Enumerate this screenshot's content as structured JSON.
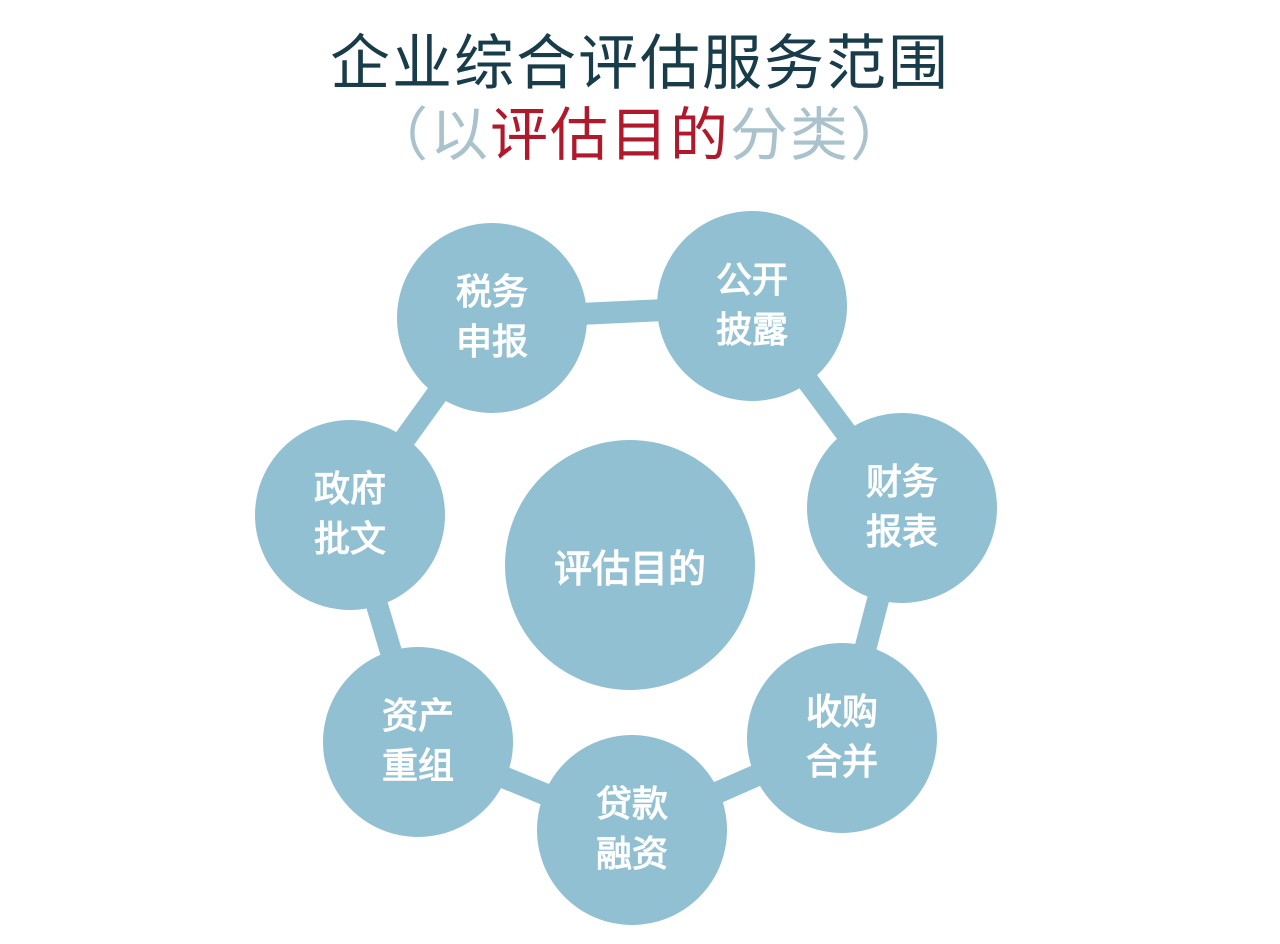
{
  "title": "企业综合评估服务范围",
  "subtitle": {
    "open": "（以",
    "highlight": "评估目的",
    "rest": "分类）"
  },
  "center": {
    "label": "评估目的"
  },
  "nodes": [
    {
      "line1": "税务",
      "line2": "申报"
    },
    {
      "line1": "公开",
      "line2": "披露"
    },
    {
      "line1": "财务",
      "line2": "报表"
    },
    {
      "line1": "收购",
      "line2": "合并"
    },
    {
      "line1": "贷款",
      "line2": "融资"
    },
    {
      "line1": "资产",
      "line2": "重组"
    },
    {
      "line1": "政府",
      "line2": "批文"
    }
  ],
  "colors": {
    "node_fill": "#91c0d3",
    "title": "#183c4a",
    "subtitle": "#a9c2cc",
    "highlight": "#b0192c",
    "node_text": "#ffffff"
  }
}
